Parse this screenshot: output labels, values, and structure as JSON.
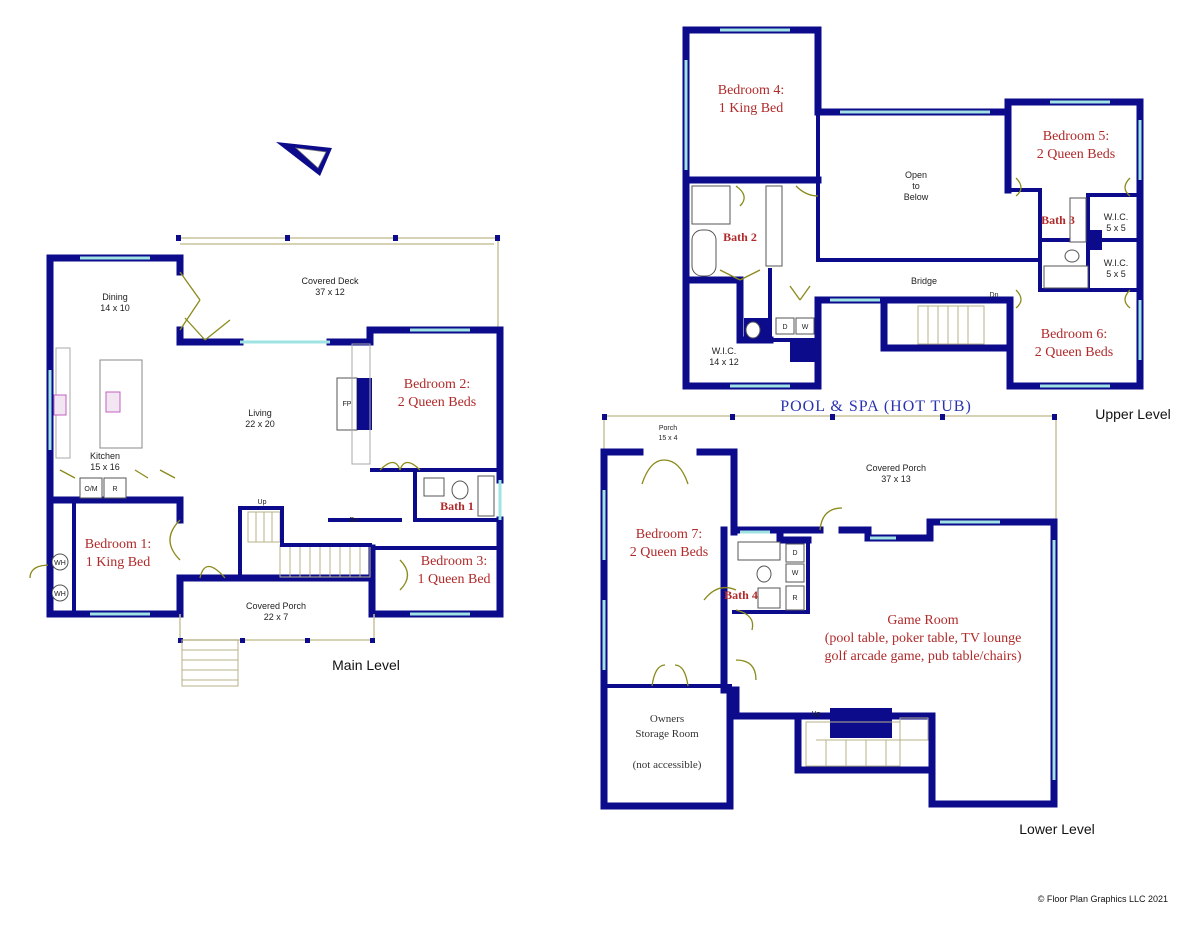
{
  "levels": {
    "main": "Main Level",
    "upper": "Upper Level",
    "lower": "Lower Level"
  },
  "pool_label": "POOL & SPA (HOT TUB)",
  "copyright": "© Floor Plan Graphics LLC 2021",
  "main_rooms": {
    "dining": {
      "name": "Dining",
      "size": "14 x 10"
    },
    "covered_deck": {
      "name": "Covered Deck",
      "size": "37 x 12"
    },
    "living": {
      "name": "Living",
      "size": "22 x 20"
    },
    "kitchen": {
      "name": "Kitchen",
      "size": "15 x 16"
    },
    "fp": "FP",
    "bedroom2": {
      "line1": "Bedroom 2:",
      "line2": "2 Queen Beds"
    },
    "bath1": "Bath 1",
    "bedroom1": {
      "line1": "Bedroom 1:",
      "line2": "1 King Bed"
    },
    "bedroom3": {
      "line1": "Bedroom 3:",
      "line2": "1 Queen Bed"
    },
    "covered_porch": {
      "name": "Covered Porch",
      "size": "22 x 7"
    },
    "up": "Up",
    "dn": "Dn",
    "om": "O/M",
    "r": "R",
    "wh1": "WH",
    "wh2": "WH"
  },
  "upper_rooms": {
    "bedroom4": {
      "line1": "Bedroom 4:",
      "line2": "1 King Bed"
    },
    "open_below": {
      "line1": "Open",
      "line2": "to",
      "line3": "Below"
    },
    "bedroom5": {
      "line1": "Bedroom 5:",
      "line2": "2 Queen Beds"
    },
    "bath2": "Bath 2",
    "bath3": "Bath 3",
    "wic_a": {
      "name": "W.I.C.",
      "size": "5 x 5"
    },
    "wic_b": {
      "name": "W.I.C.",
      "size": "5 x 5"
    },
    "bridge": "Bridge",
    "dn": "Dn",
    "wic_main": {
      "name": "W.I.C.",
      "size": "14 x 12"
    },
    "d": "D",
    "w": "W",
    "bedroom6": {
      "line1": "Bedroom 6:",
      "line2": "2 Queen Beds"
    }
  },
  "lower_rooms": {
    "porch": {
      "name": "Porch",
      "size": "15 x 4"
    },
    "covered_porch": {
      "name": "Covered Porch",
      "size": "37 x 13"
    },
    "bedroom7": {
      "line1": "Bedroom 7:",
      "line2": "2 Queen Beds"
    },
    "bath4": "Bath 4",
    "game_room": {
      "name": "Game Room",
      "line2": "(pool table, poker table, TV lounge",
      "line3": "golf arcade game, pub table/chairs)"
    },
    "storage": {
      "line1": "Owners",
      "line2": "Storage Room",
      "line3": "(not accessible)"
    },
    "up": "Up",
    "d": "D",
    "w": "W",
    "r": "R"
  }
}
